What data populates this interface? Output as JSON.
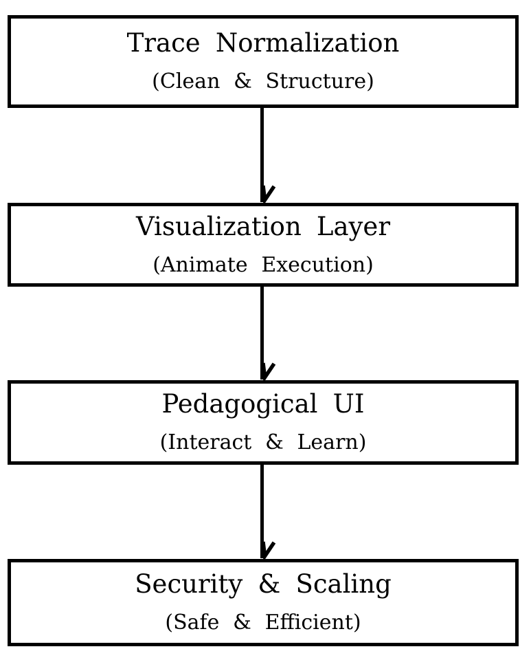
{
  "page": {
    "background_color": "#ffffff",
    "stroke_color": "#000000"
  },
  "diagram": {
    "type": "flowchart",
    "direction": "top-down",
    "box_fill": "#ffffff",
    "box_border_color": "#000000",
    "boxes": [
      {
        "title": "Trace Normalization",
        "subtitle": "(Clean & Structure)"
      },
      {
        "title": "Visualization Layer",
        "subtitle": "(Animate Execution)"
      },
      {
        "title": "Pedagogical UI",
        "subtitle": "(Interact & Learn)"
      },
      {
        "title": "Security & Scaling",
        "subtitle": "(Safe & Efficient)"
      }
    ],
    "arrows": [
      {
        "from": "Trace Normalization",
        "to": "Visualization Layer",
        "style": "solid",
        "head": "v-tick"
      },
      {
        "from": "Visualization Layer",
        "to": "Pedagogical UI",
        "style": "solid",
        "head": "v-tick"
      },
      {
        "from": "Pedagogical UI",
        "to": "Security & Scaling",
        "style": "solid",
        "head": "v-tick"
      }
    ]
  }
}
